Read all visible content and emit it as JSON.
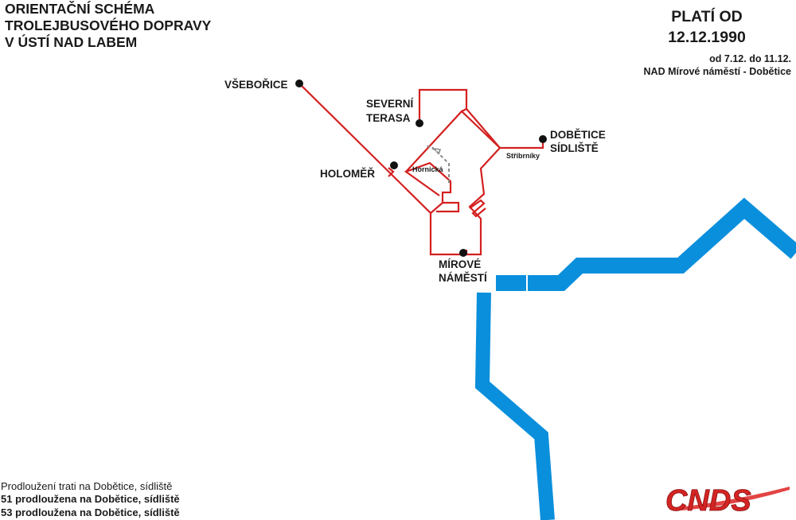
{
  "title": {
    "line1": "ORIENTAČNÍ SCHÉMA",
    "line2": "TROLEJBUSOVÉHO DOPRAVY",
    "line3": "V ÚSTÍ NAD LABEM"
  },
  "validity": {
    "heading": "PLATÍ OD",
    "date": "12.12.1990",
    "note_line1": "od 7.12. do 11.12.",
    "note_line2": "NAD Mírové náměstí - Dobětice"
  },
  "stops": {
    "vseborice": "VŠEBOŘICE",
    "severni_terasa_1": "SEVERNÍ",
    "severni_terasa_2": "TERASA",
    "dobetice_1": "DOBĚTICE",
    "dobetice_2": "SÍDLIŠTĚ",
    "holomer": "HOLOMĚŘ",
    "mirove_1": "MÍROVÉ",
    "mirove_2": "NÁMĚSTÍ"
  },
  "labels": {
    "hornicka": "Hornická",
    "stribrniky": "Stříbrníky"
  },
  "notes": {
    "line1": "Prodloužení trati na Dobětice, sídliště",
    "line2": "51 prodloužena na Dobětice, sídliště",
    "line3": "53 prodloužena na Dobětice, sídliště"
  },
  "logo_text": "CNDS",
  "colors": {
    "route": "#d42020",
    "river": "#0a8fdc",
    "stop": "#111111",
    "dashed": "#8a8a8a"
  }
}
